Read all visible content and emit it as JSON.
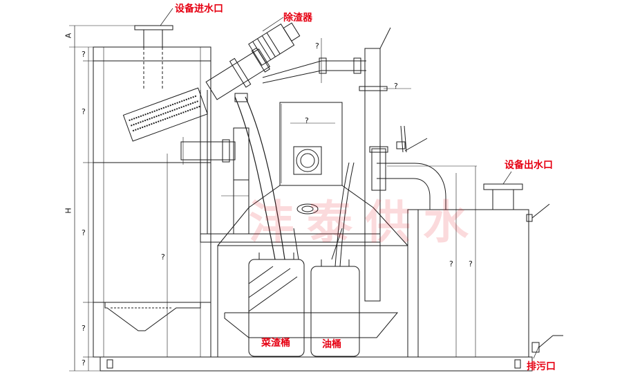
{
  "labels": {
    "inlet": "设备进水口",
    "slag_remover": "除渣器",
    "outlet": "设备出水口",
    "vegetable_bucket": "菜渣桶",
    "oil_bucket": "油桶",
    "drain": "排污口"
  },
  "dimensions": {
    "A": "A",
    "H": "H",
    "unknown": "?"
  },
  "watermark": "沣泰供水",
  "colors": {
    "label": "#e60012",
    "line": "#1a1a1a",
    "watermark": "#e60012"
  }
}
